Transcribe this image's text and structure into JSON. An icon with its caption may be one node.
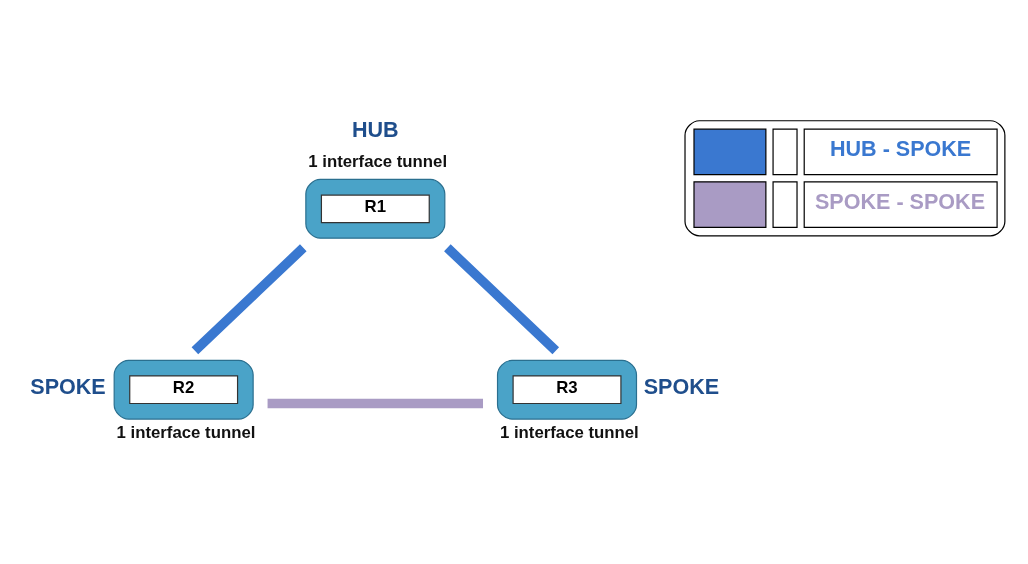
{
  "diagram": {
    "nodes": [
      {
        "text": [
          "R1"
        ],
        "beside": [
          "HUB",
          "1 interface tunnel"
        ]
      },
      {
        "text": [
          "R2"
        ],
        "beside": [
          "SPOKE",
          "1 interface tunnel"
        ]
      },
      {
        "text": [
          "R3"
        ],
        "beside": [
          "SPOKE",
          "1 interface tunnel"
        ]
      }
    ],
    "edges": [
      {
        "from": 0,
        "to": 1,
        "arrow": "none",
        "color": "#3a78d0"
      },
      {
        "from": 0,
        "to": 2,
        "arrow": "none",
        "color": "#3a78d0"
      },
      {
        "from": 1,
        "to": 2,
        "arrow": "none",
        "color": "#a99bc4"
      }
    ],
    "legend": [
      {
        "text": "HUB - SPOKE",
        "color": "#3a78d0"
      },
      {
        "text": "SPOKE - SPOKE",
        "color": "#a99bc4"
      }
    ]
  }
}
